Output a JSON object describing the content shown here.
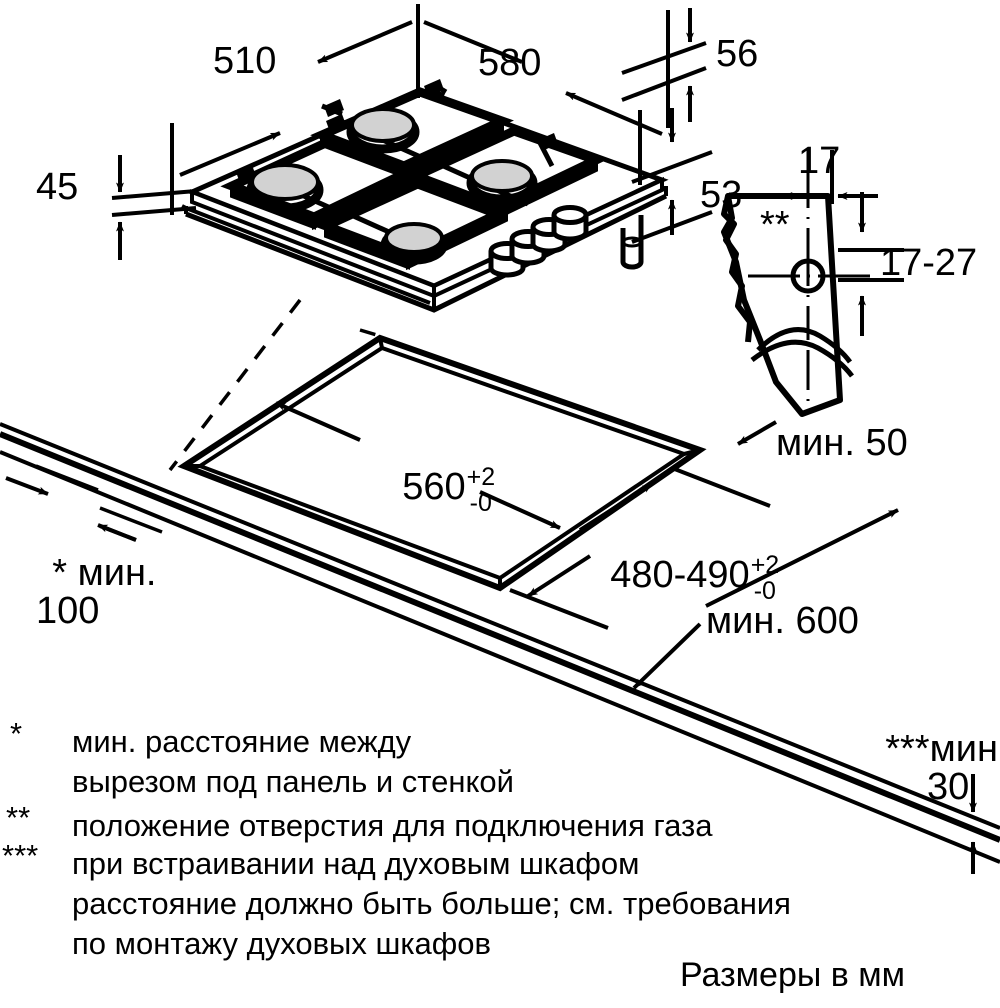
{
  "document": {
    "type": "installation-dimension-drawing",
    "subject": "gas cooktop built-in installation",
    "units_note": "Размеры в мм"
  },
  "appliance_dimensions": {
    "depth": "510",
    "width": "580",
    "grate_height": "45",
    "top_offset": "56",
    "body_height": "53"
  },
  "gas_connection_detail": {
    "width": "17",
    "hole_height_range": "17-27",
    "marker": "**"
  },
  "cutout_dimensions": {
    "width_value": "560",
    "width_tol_plus": "+2",
    "width_tol_minus": "-0",
    "depth_value": "480-490",
    "depth_tol_plus": "+2",
    "depth_tol_minus": "-0"
  },
  "clearances": {
    "wall_min_marker": "*",
    "wall_min_label": "мин.",
    "wall_min_value": "100",
    "rear_min": "мин. 50",
    "height_min": "мин. 600",
    "worktop_min_marker": "***",
    "worktop_min_label": "мин.",
    "worktop_min_value": "30"
  },
  "footnotes": [
    {
      "marker": "*",
      "lines": [
        "мин. расстояние между",
        "вырезом под панель и стенкой"
      ]
    },
    {
      "marker": "**",
      "lines": [
        "положение отверстия для подключения газа"
      ]
    },
    {
      "marker": "***",
      "lines": [
        "при встраивании над духовым шкафом",
        "расстояние должно быть больше; см. требования",
        "по монтажу духовых шкафов"
      ]
    }
  ],
  "colors": {
    "line": "#000000",
    "background": "#ffffff",
    "burner_cap": "#d2d2d2"
  }
}
